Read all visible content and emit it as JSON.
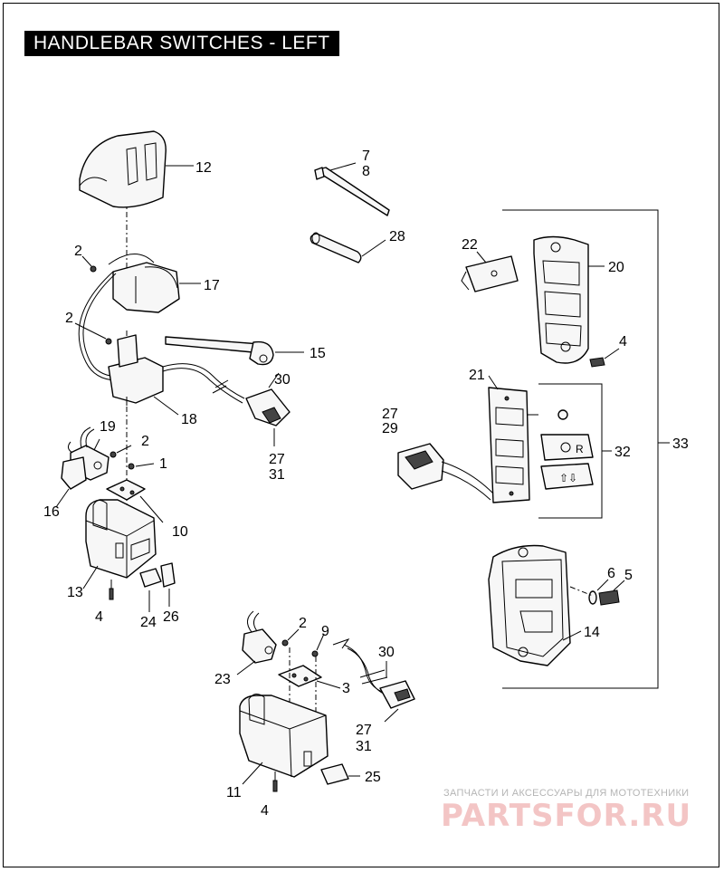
{
  "title": "HANDLEBAR SWITCHES - LEFT",
  "callouts": {
    "c1": "1",
    "c2a": "2",
    "c2b": "2",
    "c2c": "2",
    "c2d": "2",
    "c3": "3",
    "c4a": "4",
    "c4b": "4",
    "c4c": "4",
    "c5": "5",
    "c6": "6",
    "c7": "7",
    "c8": "8",
    "c9": "9",
    "c10": "10",
    "c11": "11",
    "c12": "12",
    "c13": "13",
    "c14": "14",
    "c15": "15",
    "c16": "16",
    "c17": "17",
    "c18": "18",
    "c19": "19",
    "c20": "20",
    "c21": "21",
    "c22": "22",
    "c23": "23",
    "c24": "24",
    "c25": "25",
    "c26": "26",
    "c27a": "27",
    "c27b": "27",
    "c27c": "27",
    "c28": "28",
    "c29": "29",
    "c30a": "30",
    "c30b": "30",
    "c31a": "31",
    "c31b": "31",
    "c32": "32",
    "c33": "33"
  },
  "watermark": {
    "tagline": "ЗАПЧАСТИ И АКСЕССУАРЫ ДЛЯ МОТОТЕХНИКИ",
    "brand": "PARTSFOR.RU"
  },
  "colors": {
    "ink": "#000000",
    "watermark": "#f3c5c5",
    "paper": "#ffffff"
  }
}
